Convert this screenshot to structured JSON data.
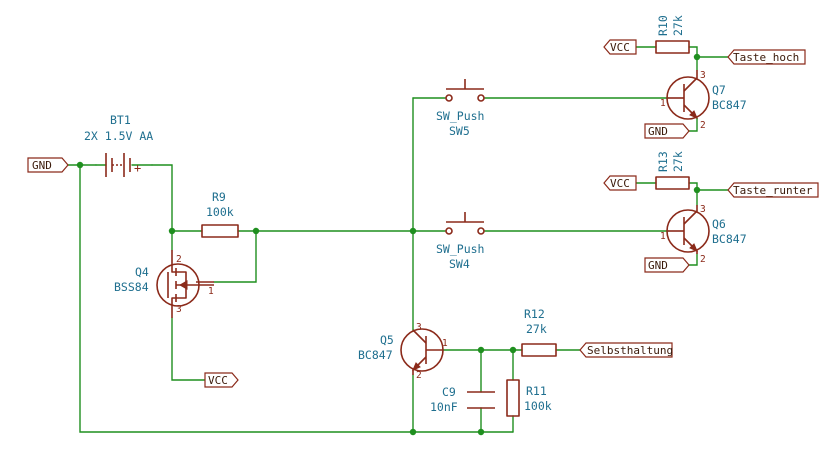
{
  "labels": {
    "vcc": "VCC",
    "gnd": "GND",
    "taste_hoch": "Taste_hoch",
    "taste_runter": "Taste_runter",
    "selbsthaltung": "Selbsthaltung"
  },
  "components": {
    "bt1": {
      "ref": "BT1",
      "value": "2X 1.5V AA",
      "plus": "+"
    },
    "r9": {
      "ref": "R9",
      "value": "100k"
    },
    "r10": {
      "ref": "R10",
      "value": "27k"
    },
    "r11": {
      "ref": "R11",
      "value": "100k"
    },
    "r12": {
      "ref": "R12",
      "value": "27k"
    },
    "r13": {
      "ref": "R13",
      "value": "27k"
    },
    "c9": {
      "ref": "C9",
      "value": "10nF"
    },
    "q4": {
      "ref": "Q4",
      "value": "BSS84",
      "pin1": "1",
      "pin2": "2",
      "pin3": "3"
    },
    "q5": {
      "ref": "Q5",
      "value": "BC847",
      "pin1": "1",
      "pin2": "2",
      "pin3": "3"
    },
    "q6": {
      "ref": "Q6",
      "value": "BC847",
      "pin1": "1",
      "pin2": "2",
      "pin3": "3"
    },
    "q7": {
      "ref": "Q7",
      "value": "BC847",
      "pin1": "1",
      "pin2": "2",
      "pin3": "3"
    },
    "sw4": {
      "ref": "SW4",
      "value": "SW_Push"
    },
    "sw5": {
      "ref": "SW5",
      "value": "SW_Push"
    }
  }
}
